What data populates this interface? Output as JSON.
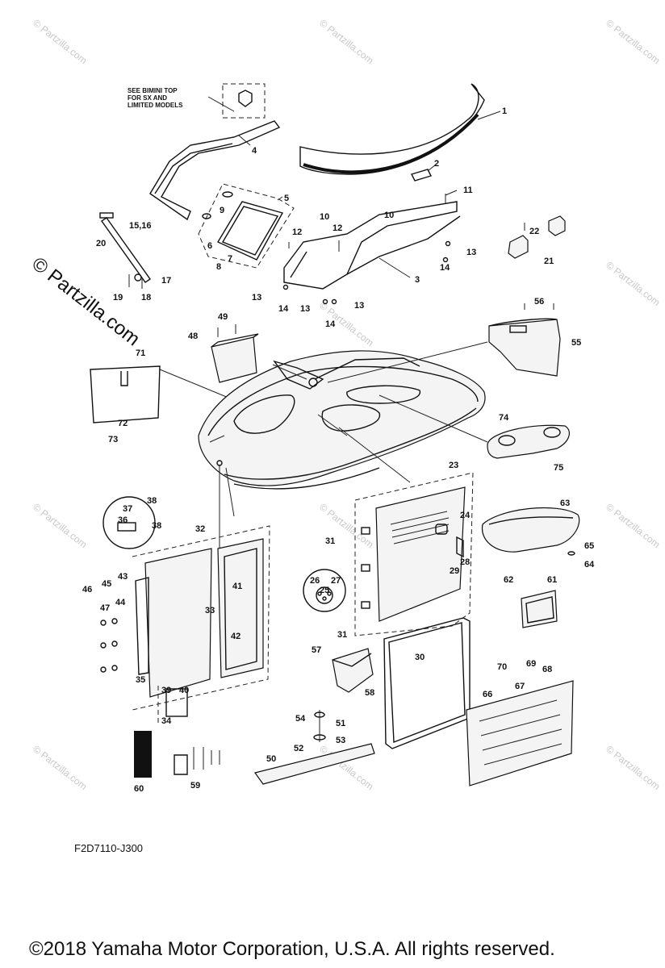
{
  "bimini_note": [
    "SEE BIMINI TOP",
    "FOR SX AND",
    "LIMITED MODELS"
  ],
  "watermark_small": "© Partzilla.com",
  "watermark_big": "© Partzilla.com",
  "diagram_code": "F2D7110-J300",
  "copyright": "©2018  Yamaha Motor Corporation, U.S.A. All rights reserved.",
  "callouts": {
    "c1": "1",
    "c2": "2",
    "c3": "3",
    "c4": "4",
    "c5": "5",
    "c6": "6",
    "c7": "7",
    "c8": "8",
    "c9": "9",
    "c10a": "10",
    "c10b": "10",
    "c11": "11",
    "c12a": "12",
    "c12b": "12",
    "c13a": "13",
    "c13b": "13",
    "c13c": "13",
    "c13d": "13",
    "c14a": "14",
    "c14b": "14",
    "c14c": "14",
    "c15": "15,16",
    "c17": "17",
    "c18": "18",
    "c19": "19",
    "c20": "20",
    "c21": "21",
    "c22": "22",
    "c23": "23",
    "c24": "24",
    "c25": "25",
    "c26": "26",
    "c27": "27",
    "c28": "28",
    "c29": "29",
    "c30": "30",
    "c31a": "31",
    "c31b": "31",
    "c32": "32",
    "c33": "33",
    "c34": "34",
    "c35": "35",
    "c36": "36",
    "c37": "37",
    "c38a": "38",
    "c38b": "38",
    "c39": "39",
    "c40": "40",
    "c41": "41",
    "c42": "42",
    "c43": "43",
    "c44": "44",
    "c45": "45",
    "c46": "46",
    "c47": "47",
    "c48": "48",
    "c49": "49",
    "c50": "50",
    "c51": "51",
    "c52": "52",
    "c53": "53",
    "c54": "54",
    "c55": "55",
    "c56": "56",
    "c57": "57",
    "c58": "58",
    "c59": "59",
    "c60": "60",
    "c61": "61",
    "c62": "62",
    "c63": "63",
    "c64": "64",
    "c65": "65",
    "c66": "66",
    "c67": "67",
    "c68": "68",
    "c69": "69",
    "c70": "70",
    "c71": "71",
    "c72": "72",
    "c73": "73",
    "c74": "74",
    "c75": "75"
  }
}
